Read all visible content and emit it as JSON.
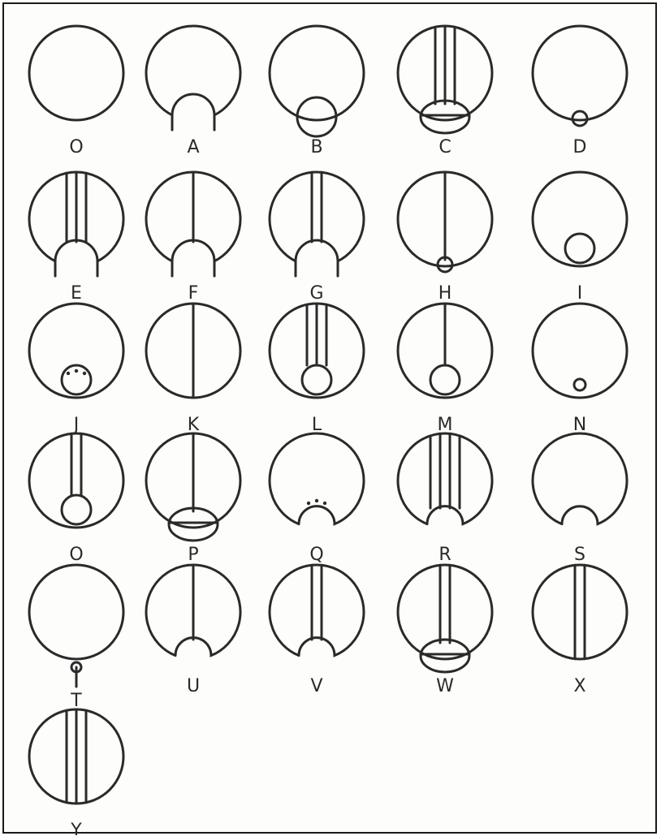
{
  "chart_data": {
    "type": "diagram",
    "title": "",
    "ink_color": "#2a2a2a",
    "figures": [
      {
        "id": "O",
        "label": "O",
        "shape": "circle",
        "lines": 0,
        "arch": false,
        "ball": null,
        "stem": "none",
        "dots": 0
      },
      {
        "id": "A",
        "label": "A",
        "shape": "arch",
        "lines": 0,
        "arch": true,
        "ball": null,
        "stem": "none",
        "dots": 0
      },
      {
        "id": "B",
        "label": "B",
        "shape": "circle",
        "lines": 0,
        "arch": false,
        "ball": "large-bottom",
        "stem": "none",
        "dots": 0
      },
      {
        "id": "C",
        "label": "C",
        "shape": "circle",
        "lines": 3,
        "arch": false,
        "ball": "large-bottom-split",
        "stem": "none",
        "dots": 0
      },
      {
        "id": "D",
        "label": "D",
        "shape": "circle",
        "lines": 0,
        "arch": false,
        "ball": "small-bottom",
        "stem": "none",
        "dots": 0
      },
      {
        "id": "E",
        "label": "E",
        "shape": "arch",
        "lines": 3,
        "arch": true,
        "ball": null,
        "stem": "none",
        "dots": 0
      },
      {
        "id": "F",
        "label": "F",
        "shape": "arch",
        "lines": 1,
        "arch": true,
        "ball": null,
        "stem": "none",
        "dots": 0
      },
      {
        "id": "G",
        "label": "G",
        "shape": "arch",
        "lines": 2,
        "arch": true,
        "ball": null,
        "stem": "none",
        "dots": 0
      },
      {
        "id": "H",
        "label": "H",
        "shape": "circle",
        "lines": 1,
        "arch": false,
        "ball": "small-bottom",
        "stem": "none",
        "dots": 0
      },
      {
        "id": "I",
        "label": "I",
        "shape": "circle",
        "lines": 0,
        "arch": false,
        "ball": "medium-inside",
        "stem": "none",
        "dots": 0
      },
      {
        "id": "J",
        "label": "J",
        "shape": "circle",
        "lines": 0,
        "arch": false,
        "ball": "medium-inside",
        "stem": "none",
        "dots": 3
      },
      {
        "id": "K",
        "label": "K",
        "shape": "circle",
        "lines": 1,
        "arch": false,
        "ball": null,
        "stem": "none",
        "dots": 0
      },
      {
        "id": "L",
        "label": "L",
        "shape": "circle",
        "lines": 3,
        "arch": false,
        "ball": "medium-inside",
        "stem": "none",
        "dots": 0
      },
      {
        "id": "M",
        "label": "M",
        "shape": "circle",
        "lines": 1,
        "arch": false,
        "ball": "medium-inside",
        "stem": "none",
        "dots": 0
      },
      {
        "id": "N",
        "label": "N",
        "shape": "circle",
        "lines": 0,
        "arch": false,
        "ball": "tiny-inside",
        "stem": "none",
        "dots": 0
      },
      {
        "id": "O2",
        "label": "O",
        "shape": "circle",
        "lines": 2,
        "arch": false,
        "ball": "medium-inside",
        "stem": "none",
        "dots": 0
      },
      {
        "id": "P",
        "label": "P",
        "shape": "circle",
        "lines": 1,
        "arch": false,
        "ball": "large-bottom-split",
        "stem": "none",
        "dots": 0
      },
      {
        "id": "Q",
        "label": "Q",
        "shape": "notch",
        "lines": 0,
        "arch": false,
        "ball": null,
        "stem": "none",
        "dots": 3
      },
      {
        "id": "R",
        "label": "R",
        "shape": "notch",
        "lines": 4,
        "arch": false,
        "ball": null,
        "stem": "none",
        "dots": 0
      },
      {
        "id": "S",
        "label": "S",
        "shape": "notch",
        "lines": 0,
        "arch": false,
        "ball": null,
        "stem": "none",
        "dots": 0
      },
      {
        "id": "T",
        "label": "T",
        "shape": "circle",
        "lines": 0,
        "arch": false,
        "ball": null,
        "stem": "below",
        "dots": 0
      },
      {
        "id": "U",
        "label": "U",
        "shape": "notch",
        "lines": 1,
        "arch": false,
        "ball": null,
        "stem": "none",
        "dots": 0
      },
      {
        "id": "V",
        "label": "V",
        "shape": "notch",
        "lines": 2,
        "arch": false,
        "ball": null,
        "stem": "none",
        "dots": 0
      },
      {
        "id": "W",
        "label": "W",
        "shape": "circle",
        "lines": 2,
        "arch": false,
        "ball": "large-bottom-split",
        "stem": "none",
        "dots": 0
      },
      {
        "id": "X",
        "label": "X",
        "shape": "circle",
        "lines": 2,
        "arch": false,
        "ball": null,
        "stem": "none",
        "dots": 0
      },
      {
        "id": "Y",
        "label": "Y",
        "shape": "circle",
        "lines": 3,
        "arch": false,
        "ball": null,
        "stem": "none",
        "dots": 0
      }
    ]
  }
}
